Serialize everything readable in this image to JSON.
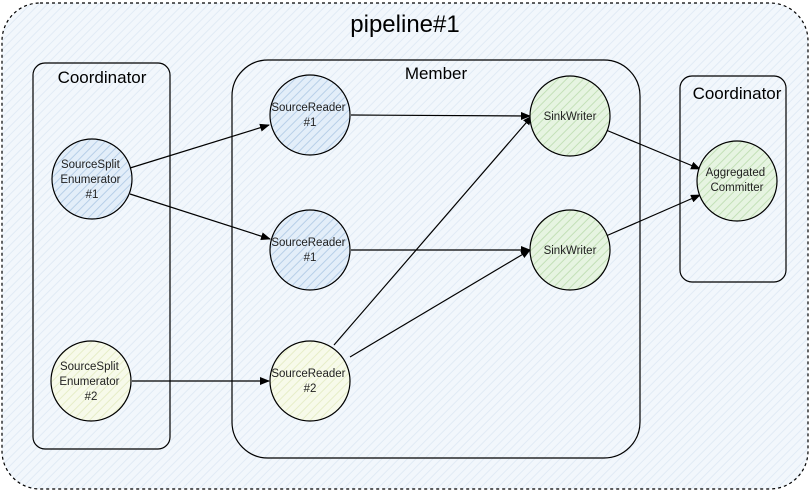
{
  "pipeline": {
    "title": "pipeline#1"
  },
  "groups": {
    "coordinator_left": "Coordinator",
    "member": "Member",
    "coordinator_right": "Coordinator"
  },
  "nodes": {
    "enum1": [
      "SourceSplit",
      "Enumerator",
      "#1"
    ],
    "enum2": [
      "SourceSplit",
      "Enumerator",
      "#2"
    ],
    "reader1a": [
      "SourceReader",
      "#1"
    ],
    "reader1b": [
      "SourceReader",
      "#1"
    ],
    "reader2": [
      "SourceReader",
      "#2"
    ],
    "writer1": [
      "SinkWriter"
    ],
    "writer2": [
      "SinkWriter"
    ],
    "committer": [
      "Aggregated",
      "Committer"
    ]
  },
  "colors": {
    "source_fill": "#dce9f6",
    "source_stroke": "#6c8ebf",
    "reader2_fill": "#f4f8e6",
    "sink_fill": "#e1f2dc",
    "sink_stroke": "#82b366",
    "pipeline_fill": "#eef4fa"
  }
}
